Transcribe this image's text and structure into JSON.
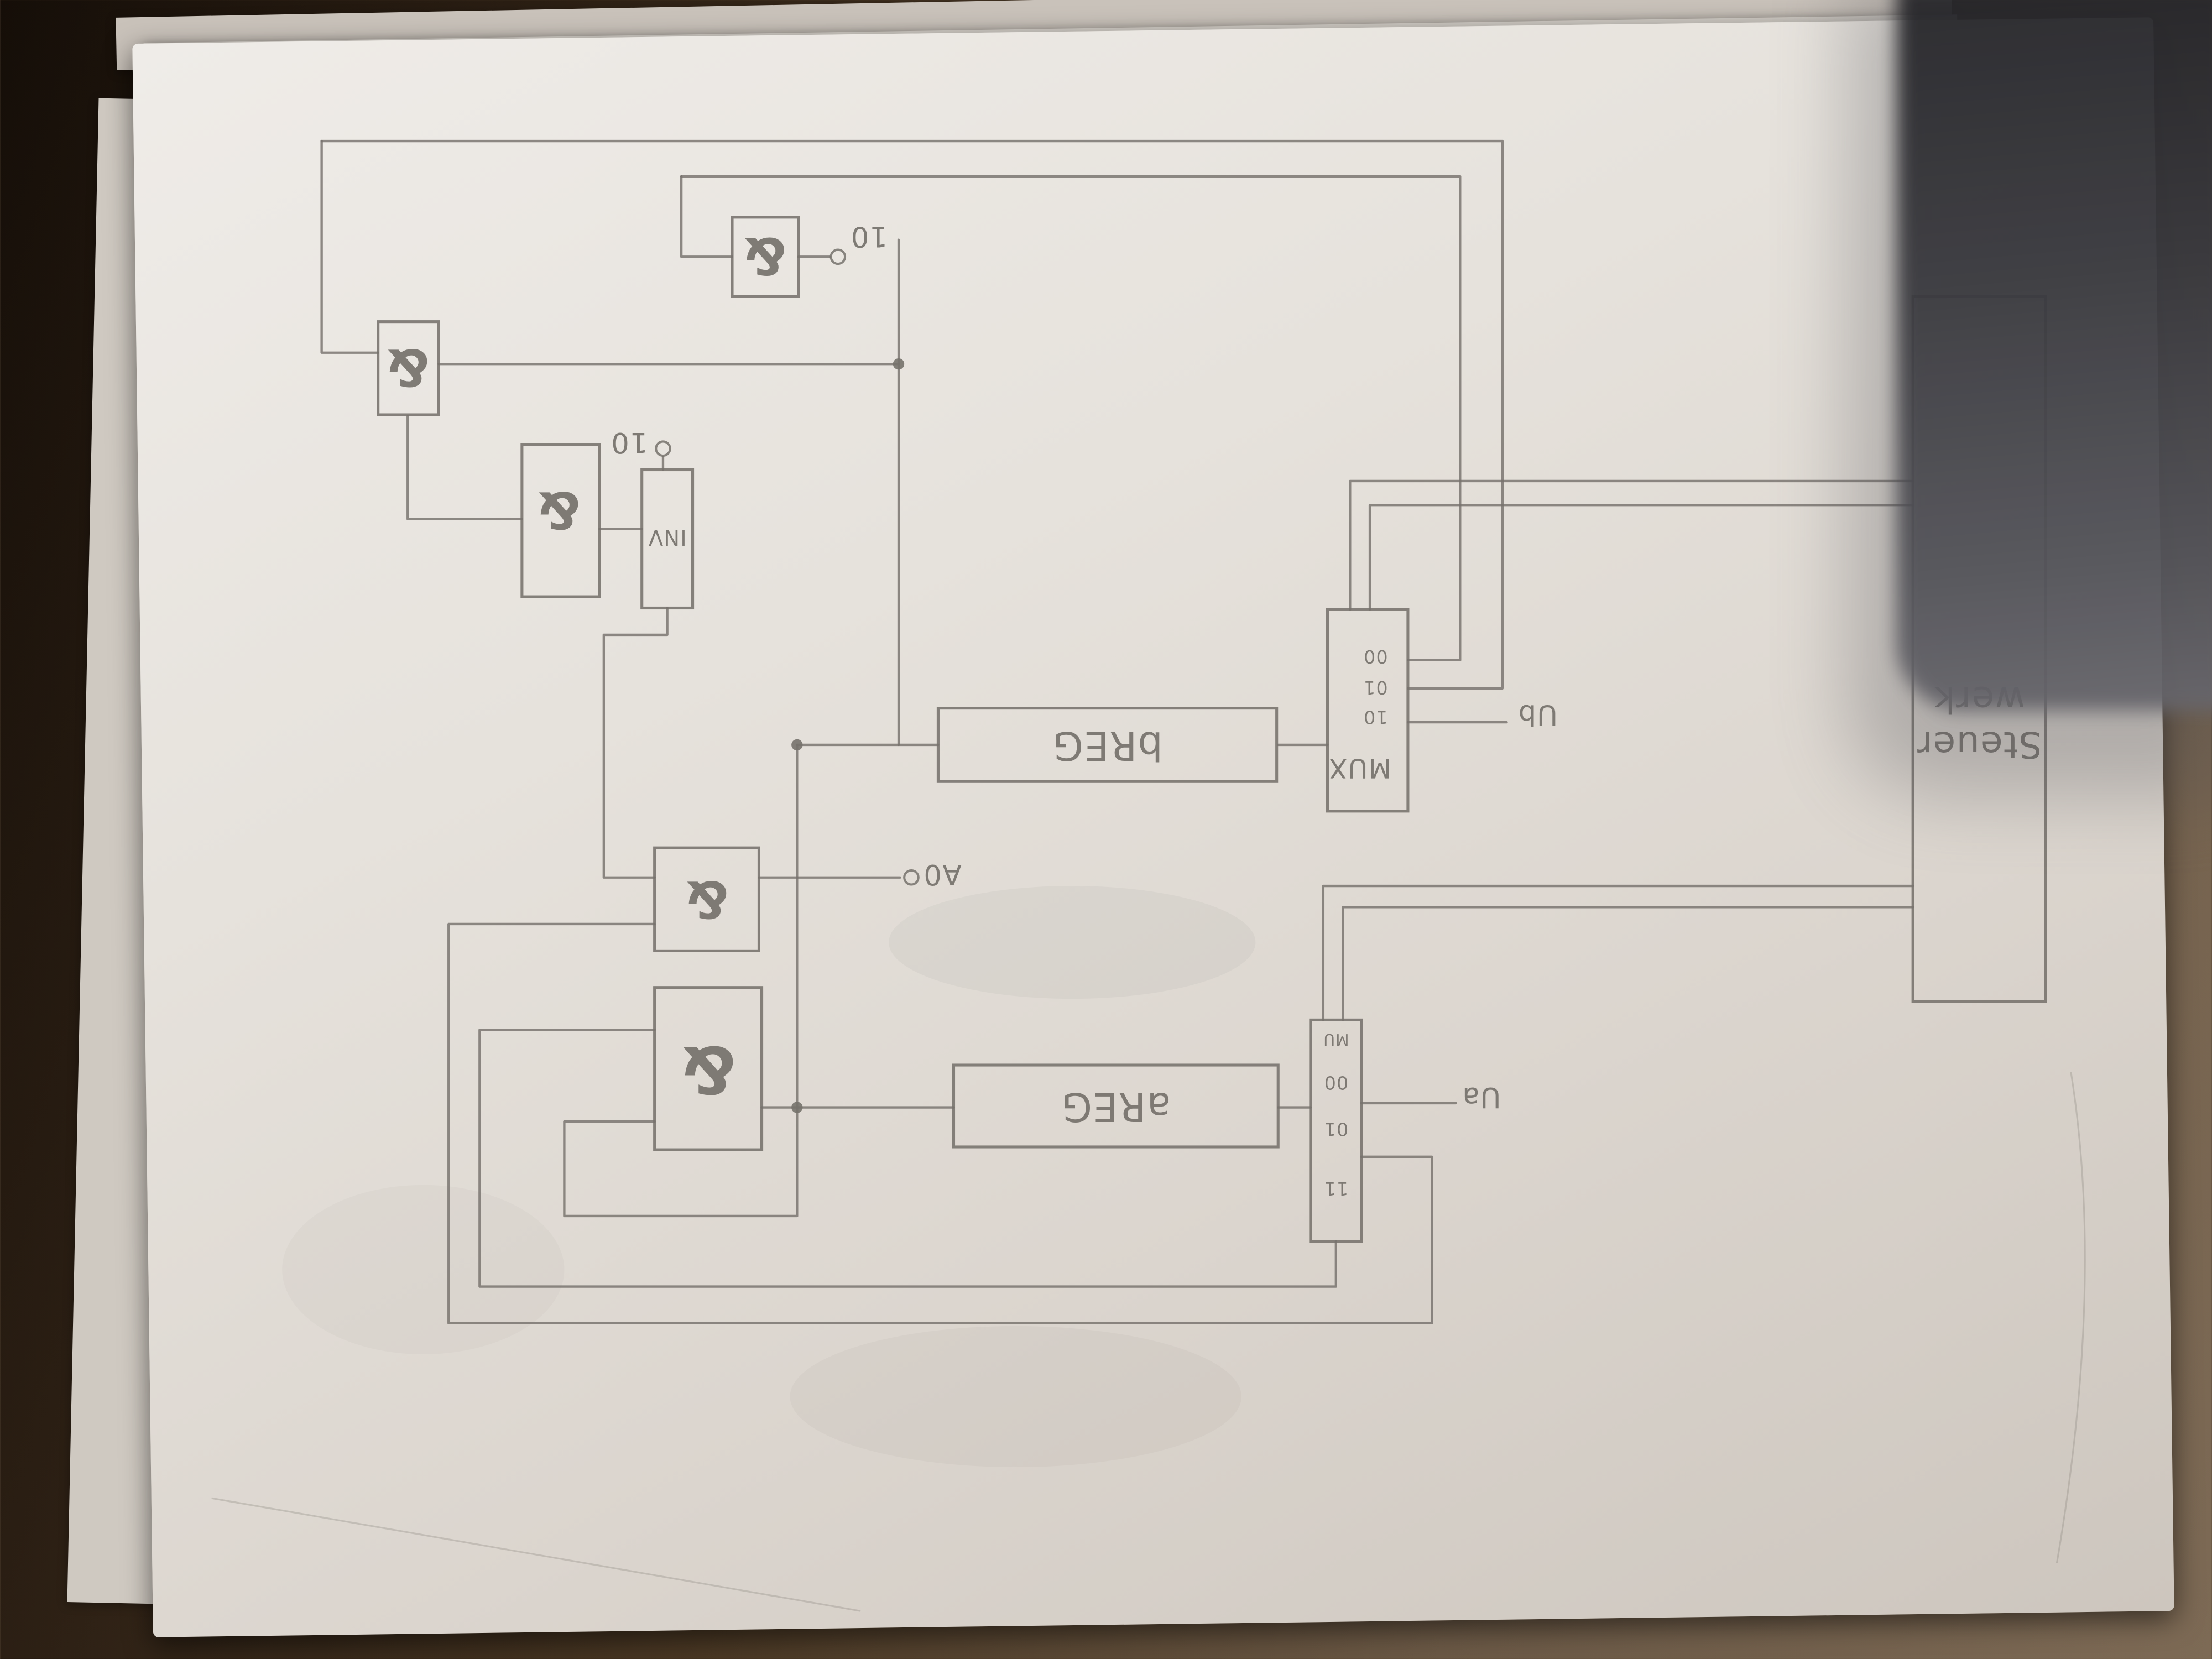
{
  "colors": {
    "pencil": "#76726c",
    "paper": "#e8e4df",
    "shadow": "#3a393f",
    "background": "#2b1d12"
  },
  "diagram": {
    "steuerwerk": {
      "line1": "Steuer",
      "line2": "werk"
    },
    "breg": {
      "label": "bREG"
    },
    "areg": {
      "label": "aREG"
    },
    "mux1": {
      "label": "MUX",
      "rows": [
        "00",
        "01",
        "10"
      ],
      "output_label": "Ub"
    },
    "mux2": {
      "label": "MU",
      "rows": [
        "00",
        "01",
        "11"
      ],
      "output_label": "Ua"
    },
    "inv": {
      "label": "INV",
      "terminal_label": "10"
    },
    "gate1": {
      "symbol": "&",
      "terminal_label": "10"
    },
    "gate2": {
      "symbol": "&"
    },
    "gate3": {
      "symbol": "&"
    },
    "gate4": {
      "symbol": "&",
      "terminal_label": "A0"
    },
    "gate5": {
      "symbol": "&"
    }
  }
}
